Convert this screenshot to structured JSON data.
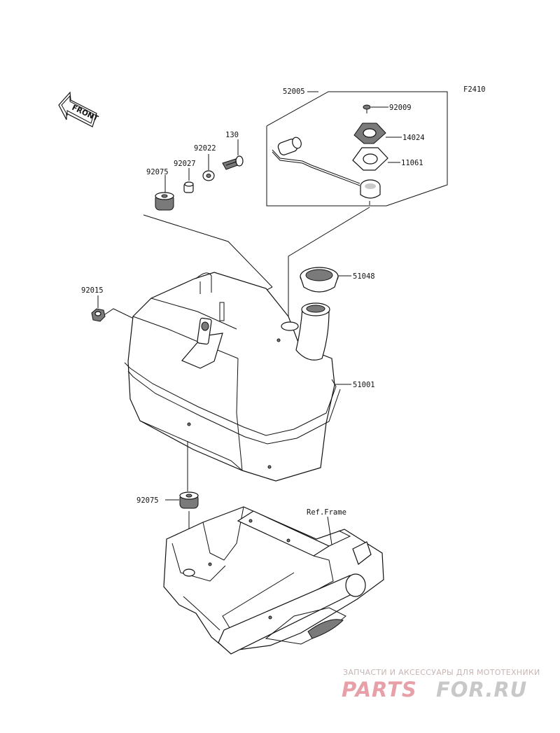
{
  "figure_code": "F2410",
  "front_label": "FRONT",
  "parts": {
    "p52005": "52005",
    "p92009": "92009",
    "p14024": "14024",
    "p11061": "11061",
    "p130": "130",
    "p92022": "92022",
    "p92027": "92027",
    "p92075_top": "92075",
    "p51048": "51048",
    "p92015": "92015",
    "p51001": "51001",
    "p92075_bottom": "92075"
  },
  "ref_frame": "Ref.Frame",
  "watermark": {
    "tagline": "ЗАПЧАСТИ И АКСЕССУАРЫ ДЛЯ МОТОТЕХНИКИ",
    "brand_left": "PARTS",
    "brand_right": "FOR.RU",
    "color_left": "#e8a0a8",
    "color_right": "#c8c8c8"
  }
}
